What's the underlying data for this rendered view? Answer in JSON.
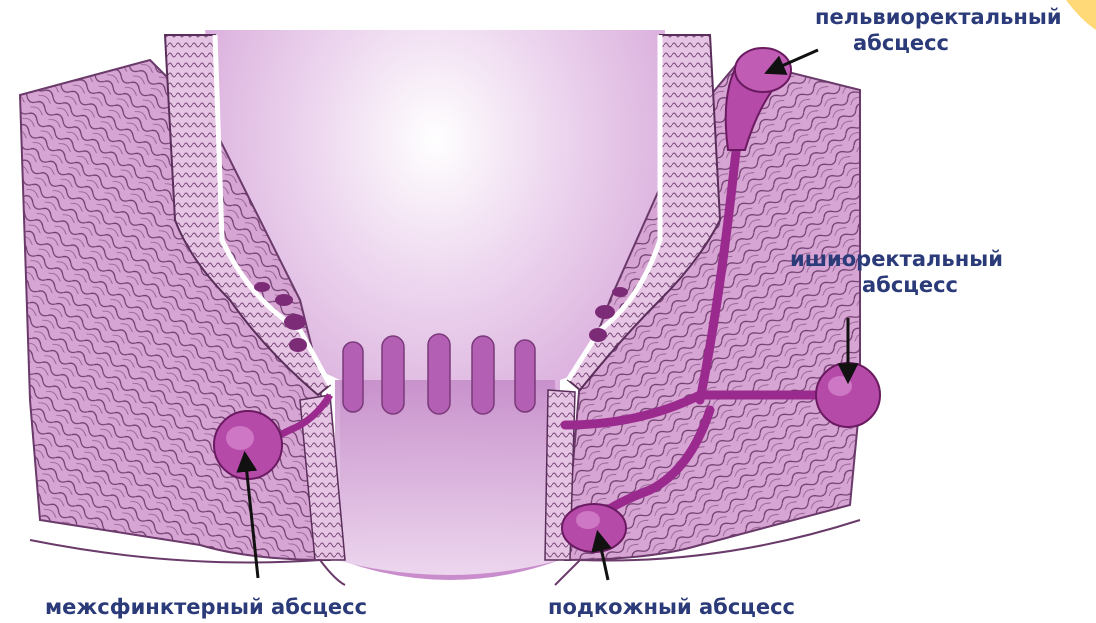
{
  "labels": {
    "pelvirectal": {
      "line1": "пельвиоректальный",
      "line2": "абсцесс"
    },
    "ischiorectal": {
      "line1": "ишиоректальный",
      "line2": "абсцесс"
    },
    "intersphincteric": "межсфинктерный абсцесс",
    "subcutaneous": "подкожный абсцесс"
  },
  "colors": {
    "label_text": "#2b3a78",
    "tissue_fill": "#d7a5d3",
    "tissue_line": "#6a3a6a",
    "wall_fill": "#eed9ec",
    "abscess_fill": "#b54aa8",
    "abscess_dark": "#9b2a8e",
    "lumen_top": "#c98ccc",
    "lumen_bottom": "#ffffff",
    "corner_badge": "#ffd978"
  }
}
